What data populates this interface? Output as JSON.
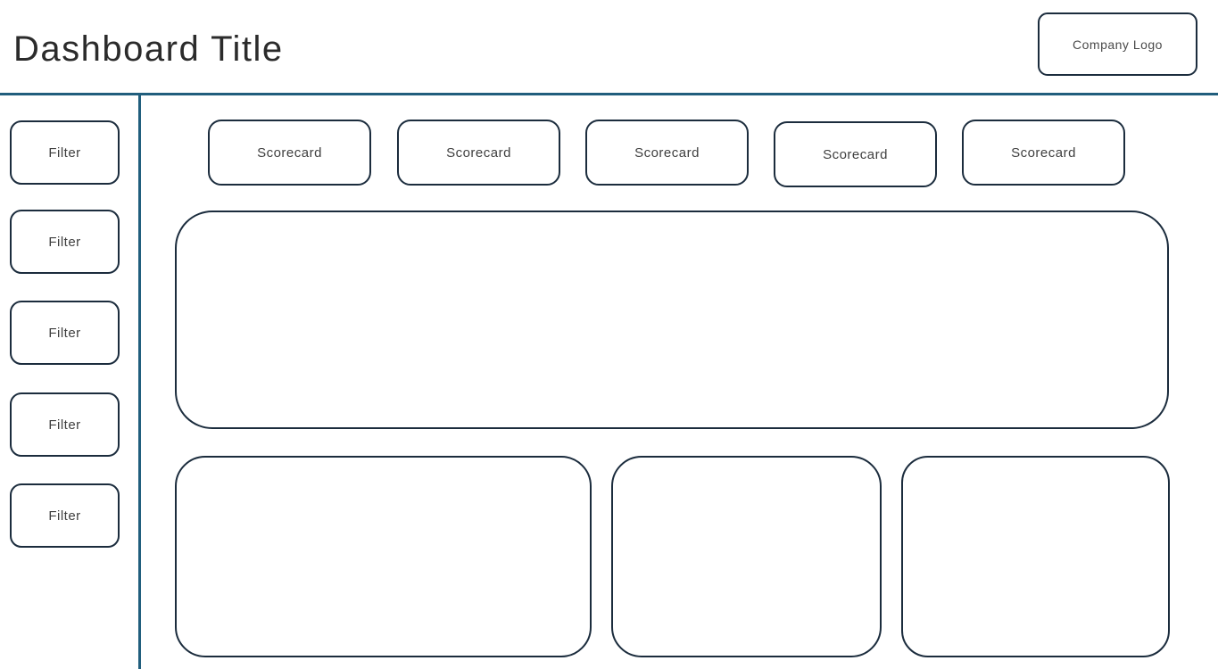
{
  "header": {
    "title": "Dashboard Title",
    "logo_label": "Company Logo"
  },
  "sidebar": {
    "filters": [
      {
        "label": "Filter"
      },
      {
        "label": "Filter"
      },
      {
        "label": "Filter"
      },
      {
        "label": "Filter"
      },
      {
        "label": "Filter"
      }
    ]
  },
  "main": {
    "scorecards": [
      {
        "label": "Scorecard"
      },
      {
        "label": "Scorecard"
      },
      {
        "label": "Scorecard"
      },
      {
        "label": "Scorecard"
      },
      {
        "label": "Scorecard"
      }
    ]
  },
  "colors": {
    "box_border": "#1b2c3d",
    "divider": "#215e7d",
    "title_text": "#2b2b2b",
    "label_text": "#3f3f3f",
    "logo_text": "#4a4a4a",
    "background": "#ffffff"
  }
}
